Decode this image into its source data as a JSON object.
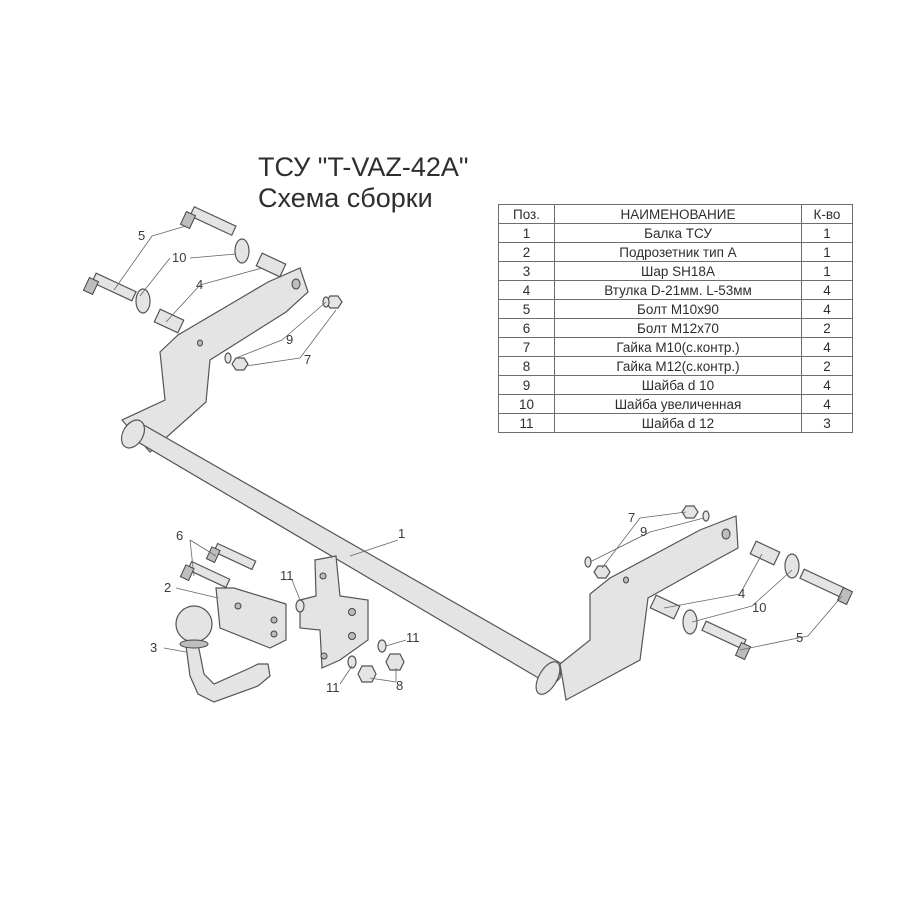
{
  "title": {
    "line1": "ТСУ \"T-VAZ-42A\"",
    "line2": "Схема сборки"
  },
  "parts_table": {
    "headers": {
      "pos": "Поз.",
      "name": "НАИМЕНОВАНИЕ",
      "qty": "К-во"
    },
    "rows": [
      {
        "pos": "1",
        "name": "Балка ТСУ",
        "qty": "1"
      },
      {
        "pos": "2",
        "name": "Подрозетник тип А",
        "qty": "1"
      },
      {
        "pos": "3",
        "name": "Шар SH18A",
        "qty": "1"
      },
      {
        "pos": "4",
        "name": "Втулка D-21мм.  L-53мм",
        "qty": "4"
      },
      {
        "pos": "5",
        "name": "Болт М10х90",
        "qty": "4"
      },
      {
        "pos": "6",
        "name": "Болт М12х70",
        "qty": "2"
      },
      {
        "pos": "7",
        "name": "Гайка  М10(с.контр.)",
        "qty": "4"
      },
      {
        "pos": "8",
        "name": "Гайка М12(с.контр.)",
        "qty": "2"
      },
      {
        "pos": "9",
        "name": "Шайба d 10",
        "qty": "4"
      },
      {
        "pos": "10",
        "name": "Шайба увеличенная",
        "qty": "4"
      },
      {
        "pos": "11",
        "name": "Шайба d 12",
        "qty": "3"
      }
    ]
  },
  "callouts": {
    "beam": "1",
    "socket_plate": "2",
    "ball": "3",
    "sleeve_left": "4",
    "bolt_m10_left": "5",
    "washer_large_left": "10",
    "washer_left": "9",
    "nut_left": "7",
    "bolt_m12": "6",
    "washer_d12_top": "11",
    "washer_d12_right": "11",
    "washer_d12_bottom": "11",
    "nut_m12": "8",
    "nut_right": "7",
    "washer_right": "9",
    "sleeve_right": "4",
    "washer_large_right": "10",
    "bolt_m10_right": "5"
  }
}
